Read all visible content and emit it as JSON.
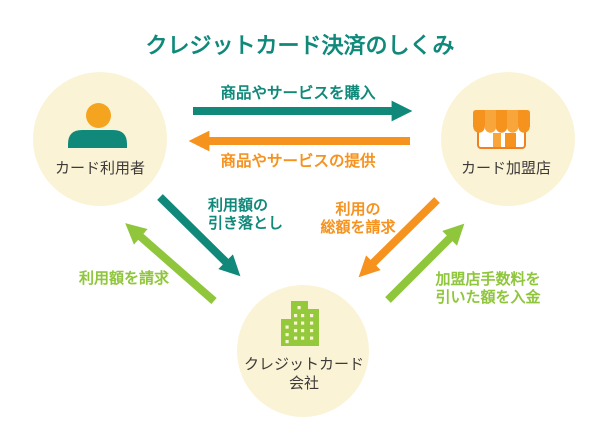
{
  "title": "クレジットカード決済のしくみ",
  "colors": {
    "teal": "#10897B",
    "orange": "#F6921E",
    "green": "#8FC63C",
    "amber": "#F8A63C",
    "circle_cream": "#FAF3D5",
    "label_text": "#3E3A39"
  },
  "nodes": [
    {
      "name": "card-user",
      "icon": "person-icon",
      "label_lines": [
        "カード利用者"
      ]
    },
    {
      "name": "card-merchant",
      "icon": "store-icon",
      "label_lines": [
        "カード加盟店"
      ]
    },
    {
      "name": "credit-card-company",
      "icon": "building-icon",
      "label_lines": [
        "クレジットカード",
        "会社"
      ]
    }
  ],
  "flows": [
    {
      "name": "purchase",
      "from": "カード利用者",
      "to": "カード加盟店",
      "color": "teal",
      "label_lines": [
        "商品やサービスを購入"
      ]
    },
    {
      "name": "provide",
      "from": "カード加盟店",
      "to": "カード利用者",
      "color": "orange",
      "label_lines": [
        "商品やサービスの提供"
      ]
    },
    {
      "name": "debit",
      "from": "カード利用者",
      "to": "クレジットカード会社",
      "color": "teal",
      "label_lines": [
        "利用額の",
        "引き落とし"
      ]
    },
    {
      "name": "bill-user",
      "from": "クレジットカード会社",
      "to": "カード利用者",
      "color": "green",
      "label_lines": [
        "利用額を請求"
      ]
    },
    {
      "name": "bill-total",
      "from": "カード加盟店",
      "to": "クレジットカード会社",
      "color": "orange",
      "label_lines": [
        "利用の",
        "総額を請求"
      ]
    },
    {
      "name": "deposit",
      "from": "クレジットカード会社",
      "to": "カード加盟店",
      "color": "green",
      "label_lines": [
        "加盟店手数料を",
        "引いた額を入金"
      ]
    }
  ]
}
